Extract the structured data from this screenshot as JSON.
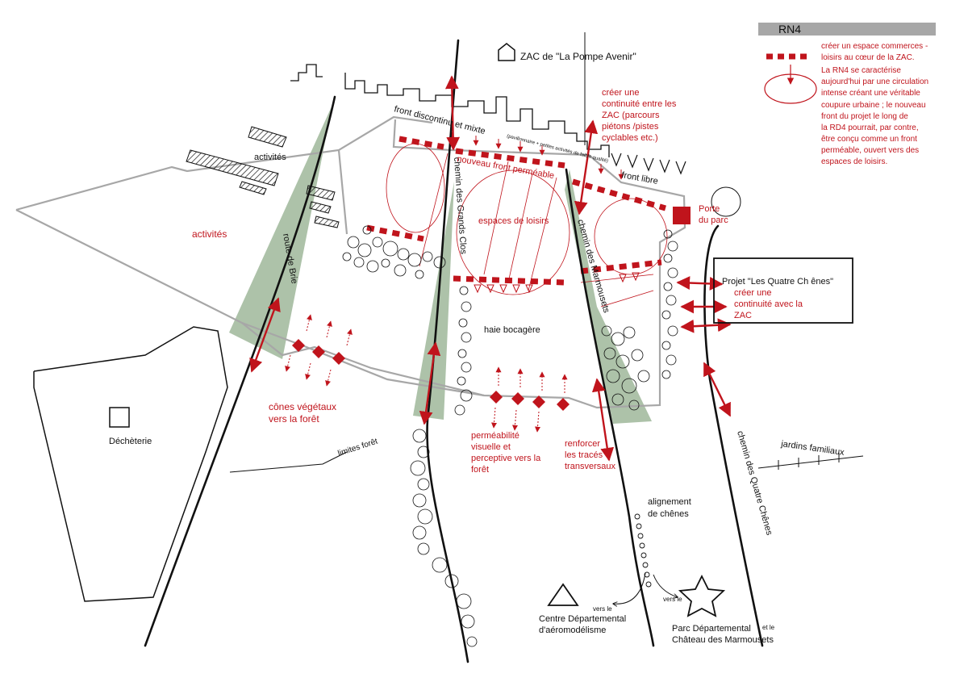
{
  "colors": {
    "accent_red": "#c0141c",
    "green_cone": "#9fb79a",
    "grey": "#a7a7a7",
    "ink": "#111111"
  },
  "legend": {
    "rn4_label": "RN4",
    "commerce_text": [
      "créer un espace  commerces -",
      "loisirs au cœur  de la ZAC."
    ],
    "rn4_text": [
      "La RN4 se caractérise",
      "aujourd'hui par une  circulation",
      "intense créant une véritable",
      "coupure urbaine ; le nouveau",
      "front du projet le long de",
      "la RD4 pourrait, par contre,",
      "être conçu comme un front",
      "perméable, ouvert vers des",
      "espaces de loisirs."
    ]
  },
  "labels": {
    "zac": "ZAC de \"La Pompe Avenir\"",
    "front_discontinu": "front discontinu et mixte",
    "front_small": "(pavillonnaire + petites activités de faible qualité)",
    "nouveau_front": "nouveau front perméable",
    "front_libre": "front libre",
    "activites_top": "activités",
    "activites_left": "activités",
    "route_brie": "route de Brie",
    "chemin_grands_clos": "chemin des Grands Clos",
    "espaces_loisirs": "espaces de loisirs",
    "chemin_marmousets": "chemin des Marmousets",
    "porte_parc": [
      "Porte",
      "du parc"
    ],
    "continuite_zac": [
      "créer une",
      "continuité entre les",
      "ZAC (parcours",
      "piétons /pistes",
      "cyclables etc.)"
    ],
    "projet_quatre_chenes": "Projet \"Les Quatre Ch ênes\"",
    "continuite_zac2": [
      "créer une",
      "continuité avec la",
      "ZAC"
    ],
    "haie": "haie bocagère",
    "cones": [
      "cônes végétaux",
      "vers la forêt"
    ],
    "permeabilite": [
      "perméabilité",
      "visuelle et",
      "perceptive vers la",
      "forêt"
    ],
    "renforcer": [
      "renforcer",
      "les tracés",
      "transversaux"
    ],
    "dechetterie": "Déchèterie",
    "limites_foret": "limites forêt",
    "jardins": "jardins familiaux",
    "chemin_quatre_chenes": "chemin des Quatre Chênes",
    "alignement": [
      "alignement",
      "de chênes"
    ],
    "vers_le_1": "vers le",
    "centre": [
      "Centre Départemental",
      "d'aéromodélisme"
    ],
    "vers_le_2": "vers le",
    "parc_dep": "Parc Départemental",
    "et_le": "et le",
    "chateau": "Château des Marmousets"
  }
}
